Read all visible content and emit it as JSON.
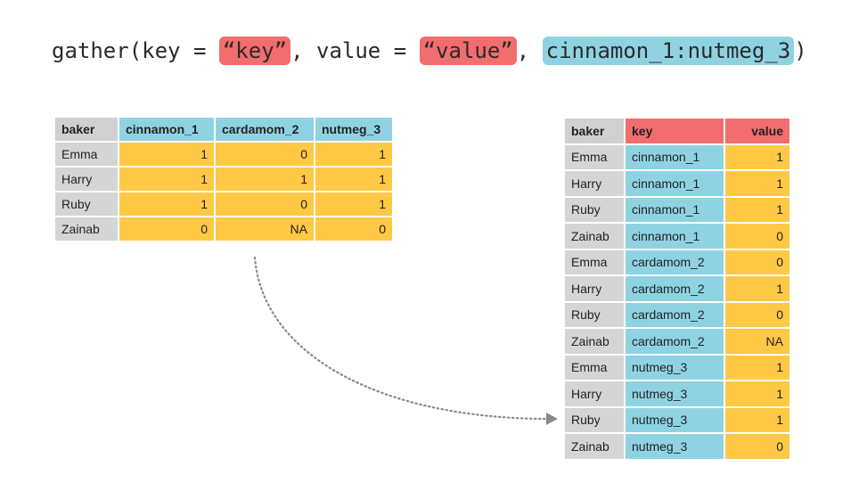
{
  "code": {
    "prefix": "gather(key = ",
    "key_arg": "“key”",
    "middle": ", value = ",
    "value_arg": "“value”",
    "comma": ", ",
    "cols_arg": "cinnamon_1:nutmeg_3",
    "suffix": ")"
  },
  "colors": {
    "blue": "#8fd3e3",
    "red": "#f26d6d",
    "yellow": "#ffc845",
    "gray": "#d5d5d5"
  },
  "wide_table": {
    "headers": [
      "baker",
      "cinnamon_1",
      "cardamom_2",
      "nutmeg_3"
    ],
    "rows": [
      [
        "Emma",
        "1",
        "0",
        "1"
      ],
      [
        "Harry",
        "1",
        "1",
        "1"
      ],
      [
        "Ruby",
        "1",
        "0",
        "1"
      ],
      [
        "Zainab",
        "0",
        "NA",
        "0"
      ]
    ]
  },
  "long_table": {
    "headers": [
      "baker",
      "key",
      "value"
    ],
    "rows": [
      [
        "Emma",
        "cinnamon_1",
        "1"
      ],
      [
        "Harry",
        "cinnamon_1",
        "1"
      ],
      [
        "Ruby",
        "cinnamon_1",
        "1"
      ],
      [
        "Zainab",
        "cinnamon_1",
        "0"
      ],
      [
        "Emma",
        "cardamom_2",
        "0"
      ],
      [
        "Harry",
        "cardamom_2",
        "1"
      ],
      [
        "Ruby",
        "cardamom_2",
        "0"
      ],
      [
        "Zainab",
        "cardamom_2",
        "NA"
      ],
      [
        "Emma",
        "nutmeg_3",
        "1"
      ],
      [
        "Harry",
        "nutmeg_3",
        "1"
      ],
      [
        "Ruby",
        "nutmeg_3",
        "1"
      ],
      [
        "Zainab",
        "nutmeg_3",
        "0"
      ]
    ]
  },
  "arrow": {
    "style": "dotted",
    "direction": "wide-to-long"
  }
}
